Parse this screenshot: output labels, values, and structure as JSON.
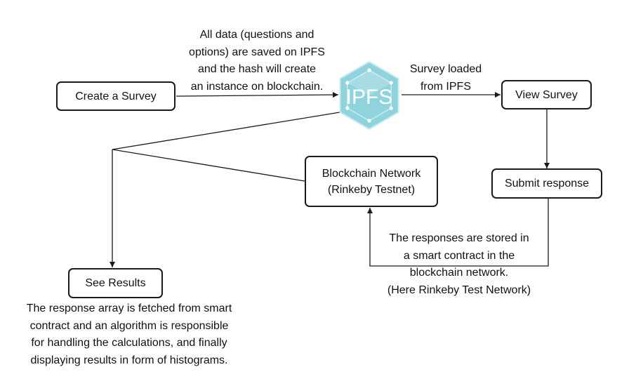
{
  "nodes": {
    "create_survey": "Create a Survey",
    "view_survey": "View Survey",
    "submit_response": "Submit response",
    "blockchain_network": [
      "Blockchain Network",
      "(Rinkeby Testnet)"
    ],
    "see_results": "See Results"
  },
  "ipfs_logo": {
    "text": "IPFS",
    "color": "#8fd3dd"
  },
  "notes": {
    "ipfs_save": [
      "All data (questions and",
      "options) are saved on IPFS",
      "and the hash will create",
      "an instance on blockchain."
    ],
    "survey_loaded": [
      "Survey loaded",
      "from IPFS"
    ],
    "responses_stored": [
      "The responses are stored in",
      "a smart contract in the",
      "blockchain network.",
      "(Here Rinkeby Test Network)"
    ],
    "results_description": [
      "The response array is fetched from smart",
      "contract and an algorithm is responsible",
      "for handling the calculations, and finally",
      "displaying results in form of histograms."
    ]
  }
}
